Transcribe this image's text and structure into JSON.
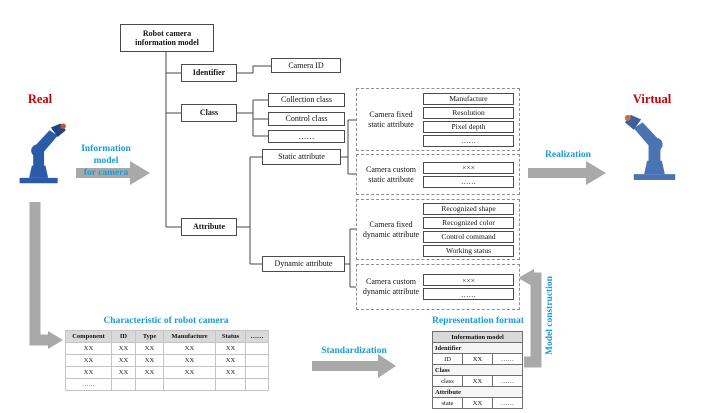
{
  "colors": {
    "accent": "#1a9ad6",
    "label-red": "#c80000",
    "line": "#4a4a4a",
    "arrow-gray": "#a9a9a9",
    "robot-blue": "#2b5ba8",
    "header-bg": "#d9d9d9"
  },
  "tree": {
    "root": "Robot camera\ninformation model",
    "identifier": "Identifier",
    "camera_id": "Camera ID",
    "class": "Class",
    "collection_class": "Collection class",
    "control_class": "Control class",
    "class_more": "……",
    "static_attribute": "Static attribute",
    "attribute": "Attribute",
    "dynamic_attribute": "Dynamic attribute",
    "groups": [
      {
        "label": "Camera fixed\nstatic attribute",
        "items": [
          "Manufacture",
          "Resolution",
          "Pixel depth",
          "……"
        ]
      },
      {
        "label": "Camera custom\nstatic attribute",
        "items": [
          "×××",
          "……"
        ]
      },
      {
        "label": "Camera fixed\ndynamic attribute",
        "items": [
          "Recognized shape",
          "Recognized color",
          "Control command",
          "Working status"
        ]
      },
      {
        "label": "Camera custom\ndynamic attribute",
        "items": [
          "×××",
          "……"
        ]
      }
    ]
  },
  "labels": {
    "real": "Real",
    "virtual": "Virtual",
    "information_model": "Information\nmodel\nfor camera",
    "realization": "Realization",
    "standardization": "Standardization",
    "model_construction": "Model construction"
  },
  "characteristic": {
    "title": "Characteristic of robot camera",
    "headers": [
      "Component",
      "ID",
      "Type",
      "Manufacture",
      "Status",
      "……"
    ],
    "rows": [
      [
        "XX",
        "XX",
        "XX",
        "XX",
        "XX",
        ""
      ],
      [
        "XX",
        "XX",
        "XX",
        "XX",
        "XX",
        ""
      ],
      [
        "XX",
        "XX",
        "XX",
        "XX",
        "XX",
        ""
      ],
      [
        "……",
        "",
        "",
        "",
        "",
        ""
      ]
    ]
  },
  "representation": {
    "title": "Representation format",
    "table_title": "Information model",
    "sections": [
      {
        "name": "Identifier",
        "cells": [
          "ID",
          "XX",
          "……"
        ]
      },
      {
        "name": "Class",
        "cells": [
          "class",
          "XX",
          "……"
        ]
      },
      {
        "name": "Attribute",
        "cells": [
          "state",
          "XX",
          "……"
        ]
      }
    ]
  }
}
